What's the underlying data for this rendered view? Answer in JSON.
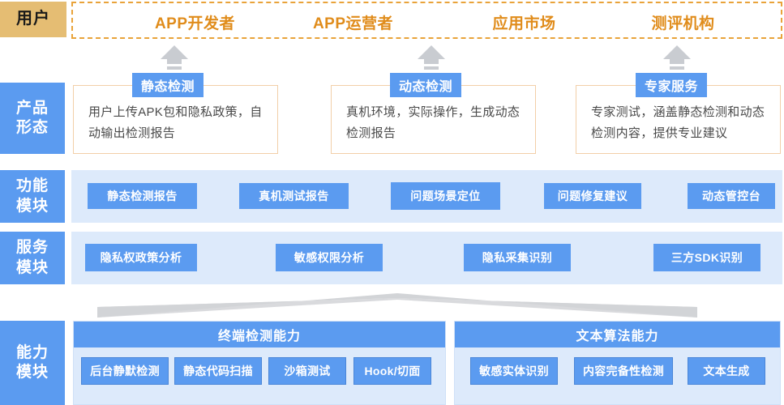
{
  "rows": {
    "user": {
      "label": "用户"
    },
    "product": {
      "label": "产品\n形态"
    },
    "function": {
      "label": "功能\n模块"
    },
    "service": {
      "label": "服务\n模块"
    },
    "capability": {
      "label": "能力\n模块"
    }
  },
  "users": [
    {
      "label": "APP开发者"
    },
    {
      "label": "APP运营者"
    },
    {
      "label": "应用市场"
    },
    {
      "label": "测评机构"
    }
  ],
  "products": [
    {
      "tag": "静态检测",
      "desc": "用户上传APK包和隐私政策，自动输出检测报告"
    },
    {
      "tag": "动态检测",
      "desc": "真机环境，实际操作，生成动态检测报告"
    },
    {
      "tag": "专家服务",
      "desc": "专家测试，涵盖静态检测和动态检测内容，提供专业建议"
    }
  ],
  "function_modules": [
    {
      "label": "静态检测报告"
    },
    {
      "label": "真机测试报告"
    },
    {
      "label": "问题场景定位"
    },
    {
      "label": "问题修复建议"
    },
    {
      "label": "动态管控台"
    }
  ],
  "service_modules": [
    {
      "label": "隐私权政策分析"
    },
    {
      "label": "敏感权限分析"
    },
    {
      "label": "隐私采集识别"
    },
    {
      "label": "三方SDK识别"
    }
  ],
  "capability_panels": [
    {
      "title": "终端检测能力",
      "items": [
        {
          "label": "后台静默检测"
        },
        {
          "label": "静态代码扫描"
        },
        {
          "label": "沙箱测试"
        },
        {
          "label": "Hook/切面"
        }
      ]
    },
    {
      "title": "文本算法能力",
      "items": [
        {
          "label": "敏感实体识别"
        },
        {
          "label": "内容完备性检测"
        },
        {
          "label": "文本生成"
        }
      ]
    }
  ],
  "colors": {
    "user_chip_bg": "#e5bd73",
    "user_text": "#e08c1b",
    "dashed_border": "#e9a33a",
    "blue": "#5b9bf0",
    "band_bg": "#ddeafb",
    "product_border": "#f2cfa8",
    "arrow_gray": "#c9ccd1",
    "funnel_gray": "#d2d4d7"
  }
}
